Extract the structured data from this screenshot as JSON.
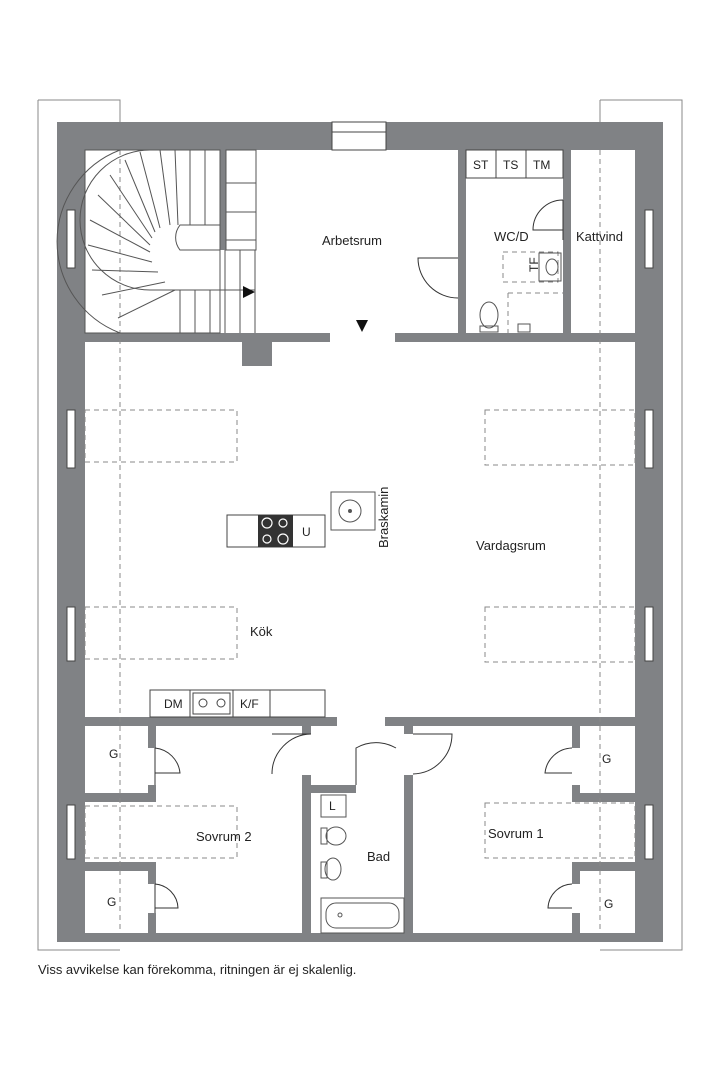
{
  "rooms": {
    "arbetsrum": "Arbetsrum",
    "wcd": "WC/D",
    "kattvind": "Kattvind",
    "braskamin": "Braskamin",
    "vardagsrum": "Vardagsrum",
    "kok": "Kök",
    "sovrum2": "Sovrum 2",
    "sovrum1": "Sovrum 1",
    "bad": "Bad"
  },
  "fixtures": {
    "st": "ST",
    "ts": "TS",
    "tm": "TM",
    "tf": "TF",
    "u": "U",
    "dm": "DM",
    "kf": "K/F",
    "l": "L",
    "g": "G"
  },
  "footer": {
    "disclaimer": "Viss avvikelse kan förekomma, ritningen är ej skalenlig."
  },
  "colors": {
    "wall": "#808285",
    "line": "#222222",
    "dashed": "#888888"
  }
}
